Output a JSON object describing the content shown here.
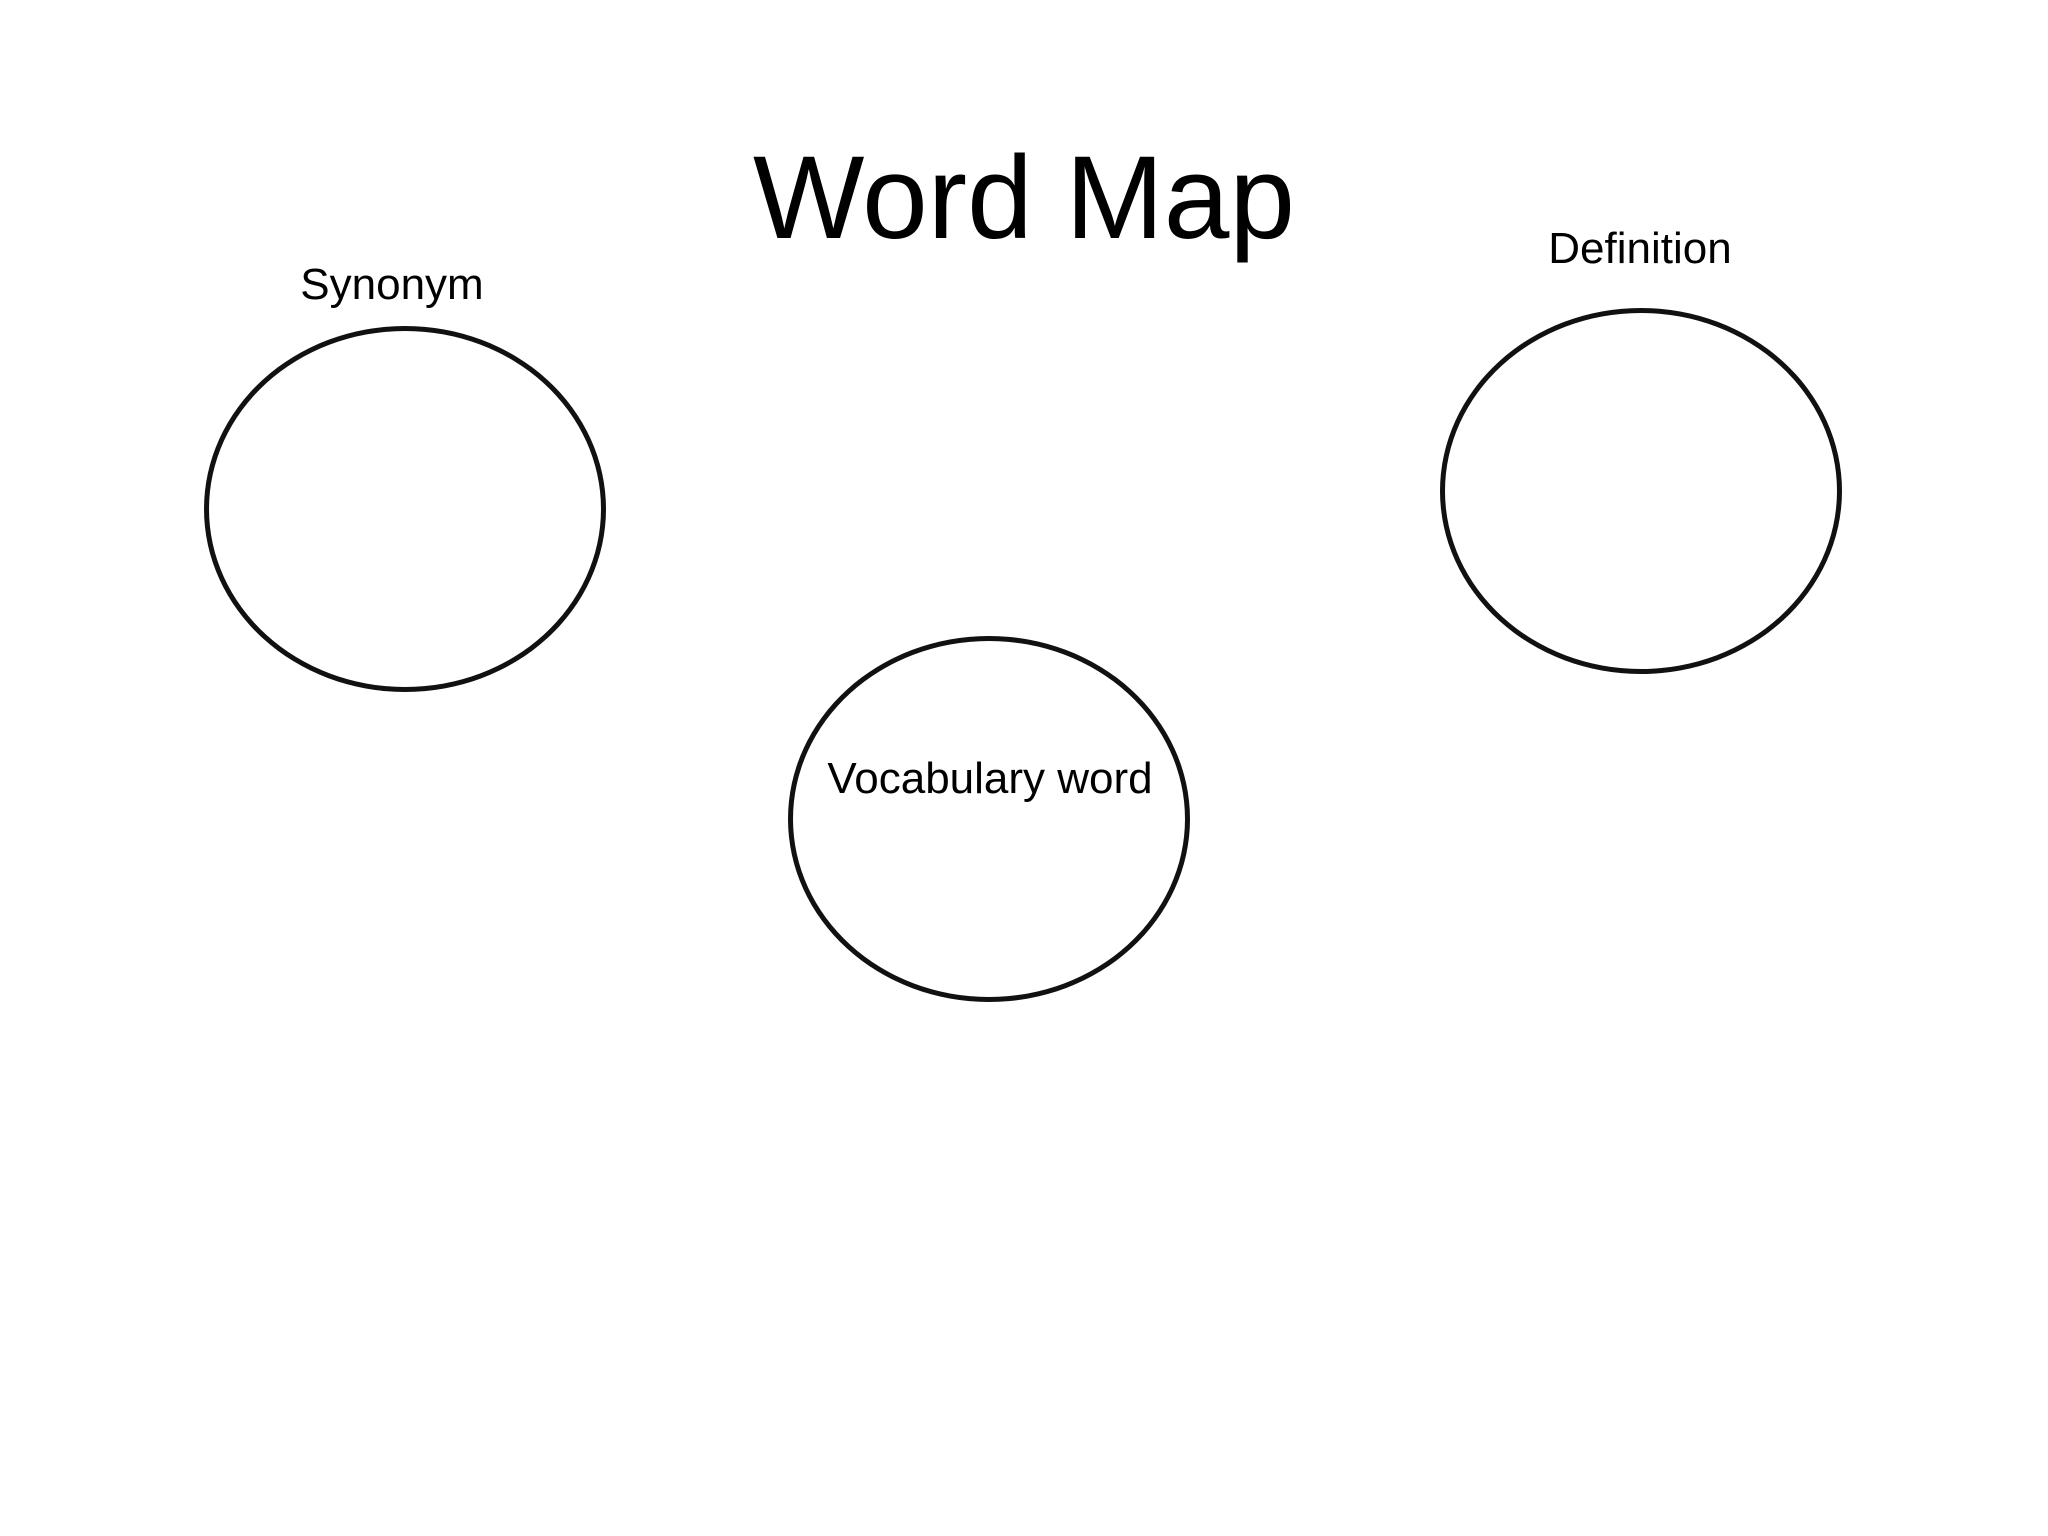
{
  "title": "Word Map",
  "nodes": {
    "synonym": {
      "label": "Synonym"
    },
    "definition": {
      "label": "Definition"
    },
    "vocabulary": {
      "label": "Vocabulary word"
    }
  },
  "colors": {
    "background": "#ffffff",
    "outline": "#111111",
    "text": "#000000"
  }
}
